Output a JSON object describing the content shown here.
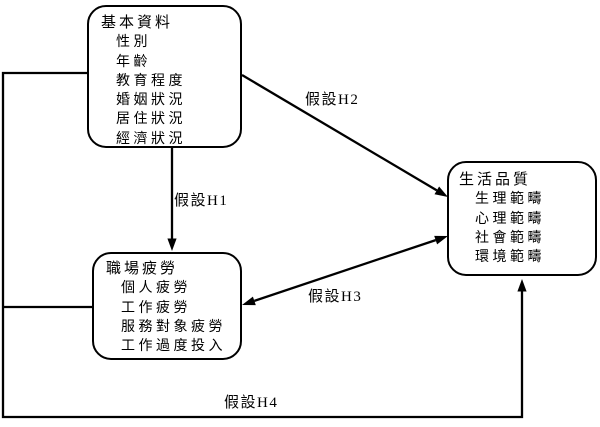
{
  "diagram": {
    "boxes": {
      "basic_info": {
        "title": "基本資料",
        "items": [
          "性別",
          "年齡",
          "教育程度",
          "婚姻狀況",
          "居住狀況",
          "經濟狀況"
        ]
      },
      "workplace_fatigue": {
        "title": "職場疲勞",
        "items": [
          "個人疲勞",
          "工作疲勞",
          "服務對象疲勞",
          "工作過度投入"
        ]
      },
      "quality_of_life": {
        "title": "生活品質",
        "items": [
          "生理範疇",
          "心理範疇",
          "社會範疇",
          "環境範疇"
        ]
      }
    },
    "arrows": {
      "h1": {
        "label": "假設H1"
      },
      "h2": {
        "label": "假設H2"
      },
      "h3": {
        "label": "假設H3"
      },
      "h4": {
        "label": "假設H4"
      }
    },
    "colors": {
      "line": "#000000",
      "box_border": "#000000",
      "background": "#ffffff",
      "text": "#000000"
    }
  }
}
